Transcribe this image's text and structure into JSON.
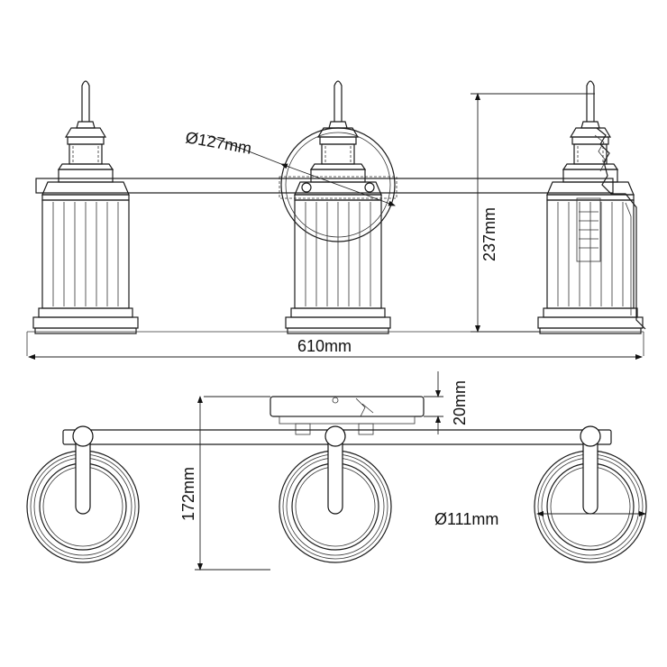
{
  "dimensions": {
    "shade_diameter": "Ø127mm",
    "height": "237mm",
    "width": "610mm",
    "backplate_depth": "20mm",
    "projection": "172mm",
    "lens_diameter": "Ø111mm"
  }
}
